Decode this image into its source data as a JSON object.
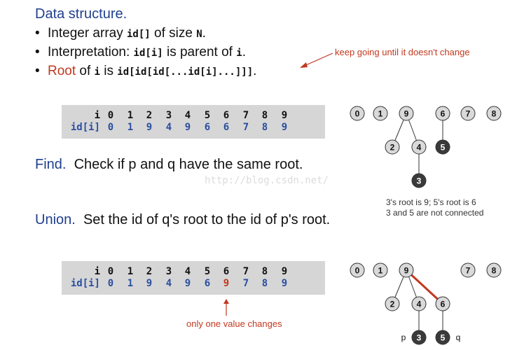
{
  "heading": "Data structure.",
  "bullets": {
    "b1": {
      "pre": "Integer array ",
      "code1": "id[]",
      "mid": " of size ",
      "code2": "N",
      "post": "."
    },
    "b2": {
      "pre": "Interpretation:  ",
      "code1": "id[i]",
      "mid": " is parent of ",
      "code2": "i",
      "post": "."
    },
    "b3": {
      "root": "Root",
      "pre": " of ",
      "code1": "i",
      "mid": "  is  ",
      "code2": "id[id[id[...id[i]...]]]",
      "post": "."
    }
  },
  "annotation_top": "keep going until it doesn't change",
  "array_labels": {
    "i": "i",
    "id": "id[i]"
  },
  "array1": {
    "indices": [
      "0",
      "1",
      "2",
      "3",
      "4",
      "5",
      "6",
      "7",
      "8",
      "9"
    ],
    "values": [
      "0",
      "1",
      "9",
      "4",
      "9",
      "6",
      "6",
      "7",
      "8",
      "9"
    ]
  },
  "array2": {
    "indices": [
      "0",
      "1",
      "2",
      "3",
      "4",
      "5",
      "6",
      "7",
      "8",
      "9"
    ],
    "values": [
      "0",
      "1",
      "9",
      "4",
      "9",
      "6",
      "9",
      "7",
      "8",
      "9"
    ],
    "changed_index": 6
  },
  "find": {
    "keyword": "Find.",
    "text": "Check if p and q have the same root."
  },
  "union": {
    "keyword": "Union.",
    "text": "Set the id of q's root to the id of p's root."
  },
  "watermark": "http://blog.csdn.net/",
  "tree1": {
    "nodes": [
      "0",
      "1",
      "9",
      "6",
      "7",
      "8",
      "2",
      "4",
      "5",
      "3"
    ],
    "note_line1": "3's root is 9; 5's root is 6",
    "note_line2": "3 and 5 are not connected"
  },
  "tree2": {
    "nodes": [
      "0",
      "1",
      "9",
      "7",
      "8",
      "2",
      "4",
      "6",
      "3",
      "5"
    ],
    "label_p": "p",
    "label_q": "q"
  },
  "annotation_bottom": "only one value changes",
  "colors": {
    "heading_blue": "#1f3f8f",
    "red": "#c2381f",
    "node_fill": "#d9d9d9",
    "dark_node": "#3a3a3a",
    "value_blue": "#2a4fa0"
  }
}
